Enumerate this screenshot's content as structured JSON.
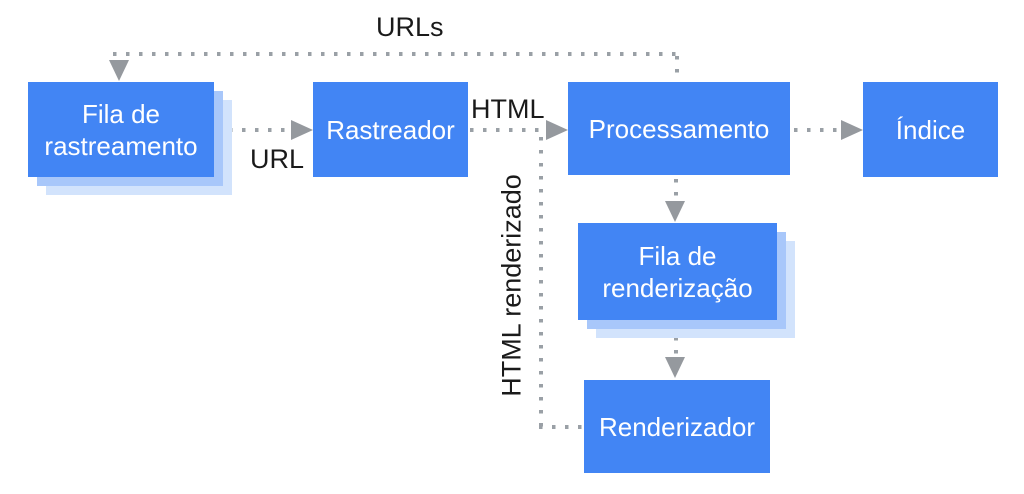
{
  "diagram": {
    "nodes": [
      {
        "id": "crawl-queue",
        "lines": [
          "Fila de",
          "rastreamento"
        ]
      },
      {
        "id": "crawler",
        "lines": [
          "Rastreador"
        ]
      },
      {
        "id": "processing",
        "lines": [
          "Processamento"
        ]
      },
      {
        "id": "index",
        "lines": [
          "Índice"
        ]
      },
      {
        "id": "render-queue",
        "lines": [
          "Fila de",
          "renderização"
        ]
      },
      {
        "id": "renderer",
        "lines": [
          "Renderizador"
        ]
      }
    ],
    "edges": [
      {
        "from": "processing",
        "to": "crawl-queue",
        "label": "URLs"
      },
      {
        "from": "crawl-queue",
        "to": "crawler",
        "label": "URL"
      },
      {
        "from": "crawler",
        "to": "processing",
        "label": "HTML"
      },
      {
        "from": "processing",
        "to": "index",
        "label": ""
      },
      {
        "from": "processing",
        "to": "render-queue",
        "label": ""
      },
      {
        "from": "render-queue",
        "to": "renderer",
        "label": ""
      },
      {
        "from": "renderer",
        "to": "processing",
        "label": "HTML renderizado"
      }
    ],
    "colors": {
      "box_blue": "#4285F4",
      "shadow_mid_blue": "#A8C7FA",
      "shadow_light_blue": "#D2E3FC",
      "connector_gray": "#9AA0A6",
      "arrow_gray": "#95999E",
      "label_black": "#1A1A1A",
      "box_text_white": "#FFFFFF"
    }
  }
}
